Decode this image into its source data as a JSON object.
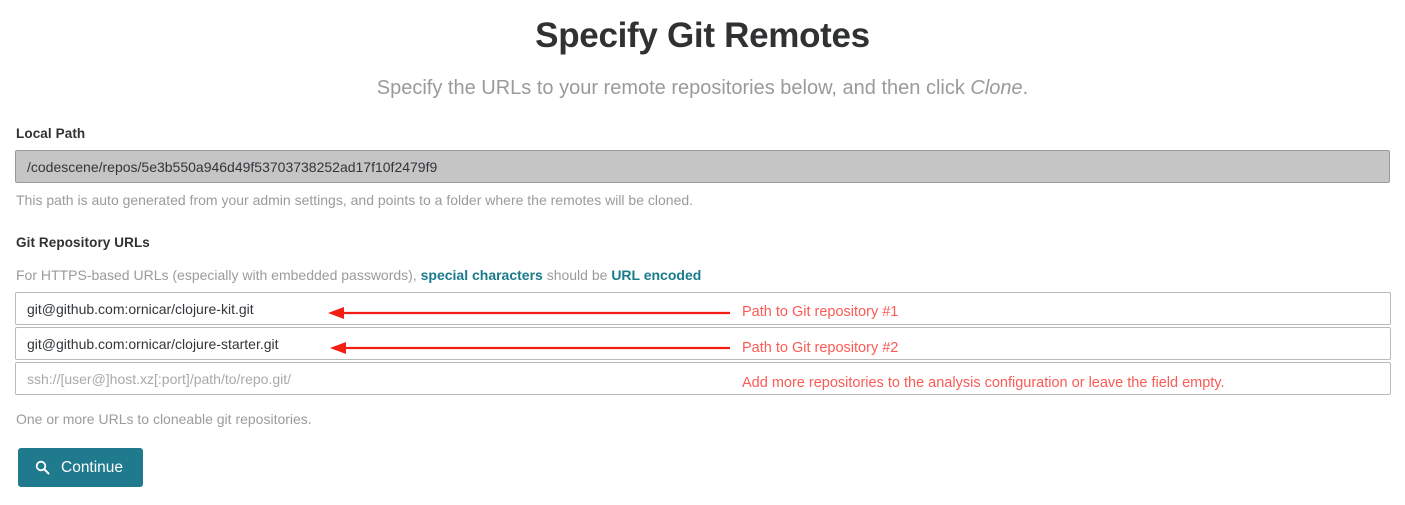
{
  "header": {
    "title": "Specify Git Remotes",
    "subtitle_prefix": "Specify the URLs to your remote repositories below, and then click ",
    "subtitle_emphasis": "Clone",
    "subtitle_suffix": "."
  },
  "local_path": {
    "label": "Local Path",
    "value": "/codescene/repos/5e3b550a946d49f53703738252ad17f10f2479f9",
    "help": "This path is auto generated from your admin settings, and points to a folder where the remotes will be cloned."
  },
  "git_urls": {
    "label": "Git Repository URLs",
    "note_prefix": "For HTTPS-based URLs (especially with embedded passwords), ",
    "note_link_1": "special characters",
    "note_middle": " should be ",
    "note_link_2": "URL encoded",
    "help": "One or more URLs to cloneable git repositories.",
    "inputs": [
      {
        "value": "git@github.com:ornicar/clojure-kit.git",
        "placeholder": "ssh://[user@]host.xz[:port]/path/to/repo.git/"
      },
      {
        "value": "git@github.com:ornicar/clojure-starter.git",
        "placeholder": "ssh://[user@]host.xz[:port]/path/to/repo.git/"
      },
      {
        "value": "",
        "placeholder": "ssh://[user@]host.xz[:port]/path/to/repo.git/"
      }
    ]
  },
  "continue_button": {
    "label": "Continue",
    "icon": "search-icon"
  },
  "annotations": [
    {
      "text": "Path to Git repository #1",
      "has_arrow": true
    },
    {
      "text": "Path to Git repository #2",
      "has_arrow": true
    },
    {
      "text": "Add more repositories to the analysis configuration or leave the field empty.",
      "has_arrow": false
    }
  ],
  "colors": {
    "accent_teal": "#1e7a8c",
    "annotation_red": "#fb5b56",
    "arrow_red": "#f41f14",
    "disabled_grey": "#c5c5c5",
    "muted_text": "#9b9b9b",
    "title_text": "#2f3133"
  }
}
